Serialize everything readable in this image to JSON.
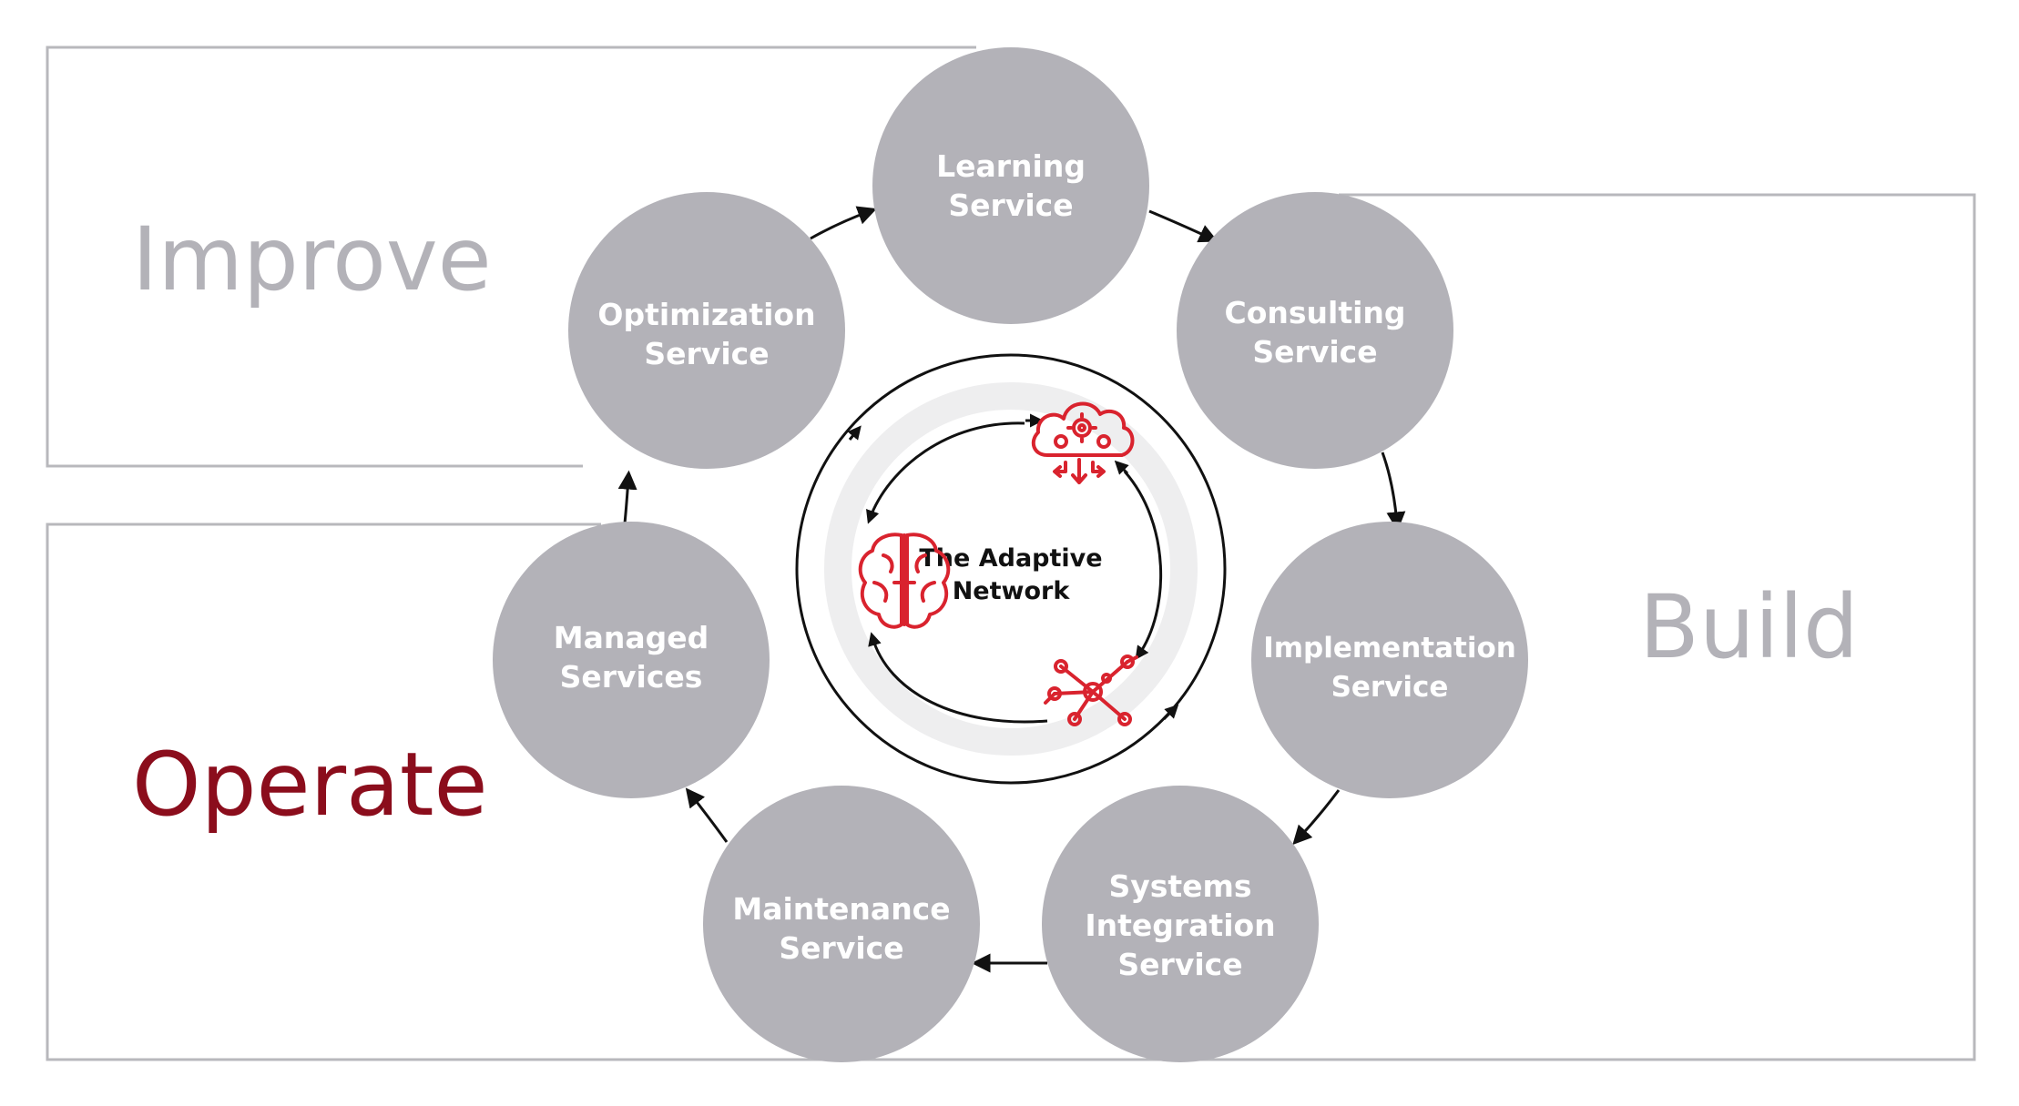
{
  "phases": {
    "improve": {
      "label": "Improve",
      "color": "#b3b2b8"
    },
    "build": {
      "label": "Build",
      "color": "#b3b2b8"
    },
    "operate": {
      "label": "Operate",
      "color": "#8b0d1c"
    }
  },
  "center": {
    "title_line1": "The Adaptive",
    "title_line2": "Network"
  },
  "services": [
    {
      "id": "learning",
      "line1": "Learning",
      "line2": "Service"
    },
    {
      "id": "consulting",
      "line1": "Consulting",
      "line2": "Service"
    },
    {
      "id": "implementation",
      "line1": "Implementation",
      "line2": "Service"
    },
    {
      "id": "systems-integration",
      "line1": "Systems",
      "line2": "Integration",
      "line3": "Service"
    },
    {
      "id": "maintenance",
      "line1": "Maintenance",
      "line2": "Service"
    },
    {
      "id": "managed",
      "line1": "Managed",
      "line2": "Services"
    },
    {
      "id": "optimization",
      "line1": "Optimization",
      "line2": "Service"
    }
  ],
  "icons": [
    "cloud-gears-icon",
    "brain-icon",
    "network-nodes-icon"
  ],
  "colors": {
    "node_fill": "#b3b2b8",
    "accent_red": "#d9232e",
    "frame_gray": "#b8b8bc",
    "ring_gray": "#eeeeef"
  }
}
